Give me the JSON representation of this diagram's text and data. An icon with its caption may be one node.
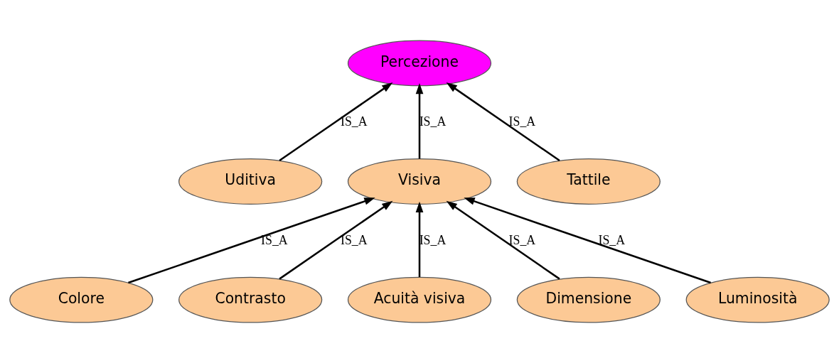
{
  "diagram": {
    "nodes": [
      {
        "text": [
          "Percezione"
        ]
      },
      {
        "text": [
          "Uditiva"
        ]
      },
      {
        "text": [
          "Visiva"
        ]
      },
      {
        "text": [
          "Tattile"
        ]
      },
      {
        "text": [
          "Colore"
        ]
      },
      {
        "text": [
          "Contrasto"
        ]
      },
      {
        "text": [
          "Acuità visiva"
        ]
      },
      {
        "text": [
          "Dimensione"
        ]
      },
      {
        "text": [
          "Luminosità"
        ]
      }
    ],
    "edges": [
      {
        "from": 1,
        "to": 0,
        "arrow": "to",
        "label": "IS_A"
      },
      {
        "from": 2,
        "to": 0,
        "arrow": "to",
        "label": "IS_A"
      },
      {
        "from": 3,
        "to": 0,
        "arrow": "to",
        "label": "IS_A"
      },
      {
        "from": 4,
        "to": 2,
        "arrow": "to",
        "label": "IS_A"
      },
      {
        "from": 5,
        "to": 2,
        "arrow": "to",
        "label": "IS_A"
      },
      {
        "from": 6,
        "to": 2,
        "arrow": "to",
        "label": "IS_A"
      },
      {
        "from": 7,
        "to": 2,
        "arrow": "to",
        "label": "IS_A"
      },
      {
        "from": 8,
        "to": 2,
        "arrow": "to",
        "label": "IS_A"
      }
    ]
  }
}
